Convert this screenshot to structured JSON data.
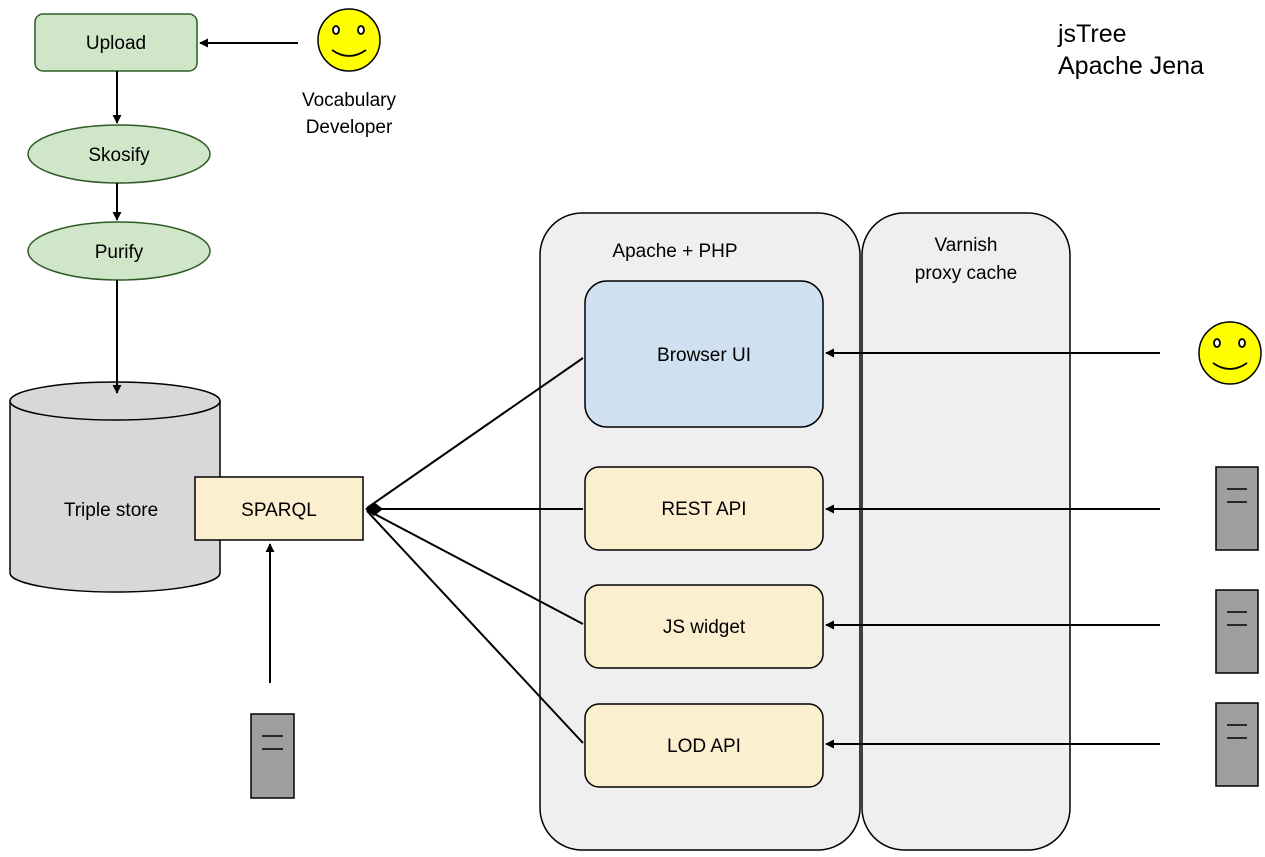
{
  "side_notes": [
    "jsTree",
    "Apache Jena"
  ],
  "nodes": {
    "upload": "Upload",
    "skosify": "Skosify",
    "purify": "Purify",
    "triple_store": "Triple store",
    "sparql": "SPARQL",
    "apache_php": "Apache + PHP",
    "varnish_line1": "Varnish",
    "varnish_line2": "proxy cache",
    "browser_ui": "Browser UI",
    "rest_api": "REST API",
    "js_widget": "JS widget",
    "lod_api": "LOD API"
  },
  "actors": {
    "vocab_dev_line1": "Vocabulary",
    "vocab_dev_line2": "Developer"
  },
  "colors": {
    "green_fill": "#cfe6c9",
    "green_stroke": "#2f5a25",
    "blue_fill": "#cfe0f1",
    "yellow_fill": "#fcefcf",
    "container_fill": "#efefef",
    "db_fill": "#d8d8d8",
    "server_fill": "#9e9e9e",
    "smiley_fill": "#ffff00"
  },
  "icons": [
    "smiley-icon",
    "server-icon",
    "database-icon"
  ]
}
